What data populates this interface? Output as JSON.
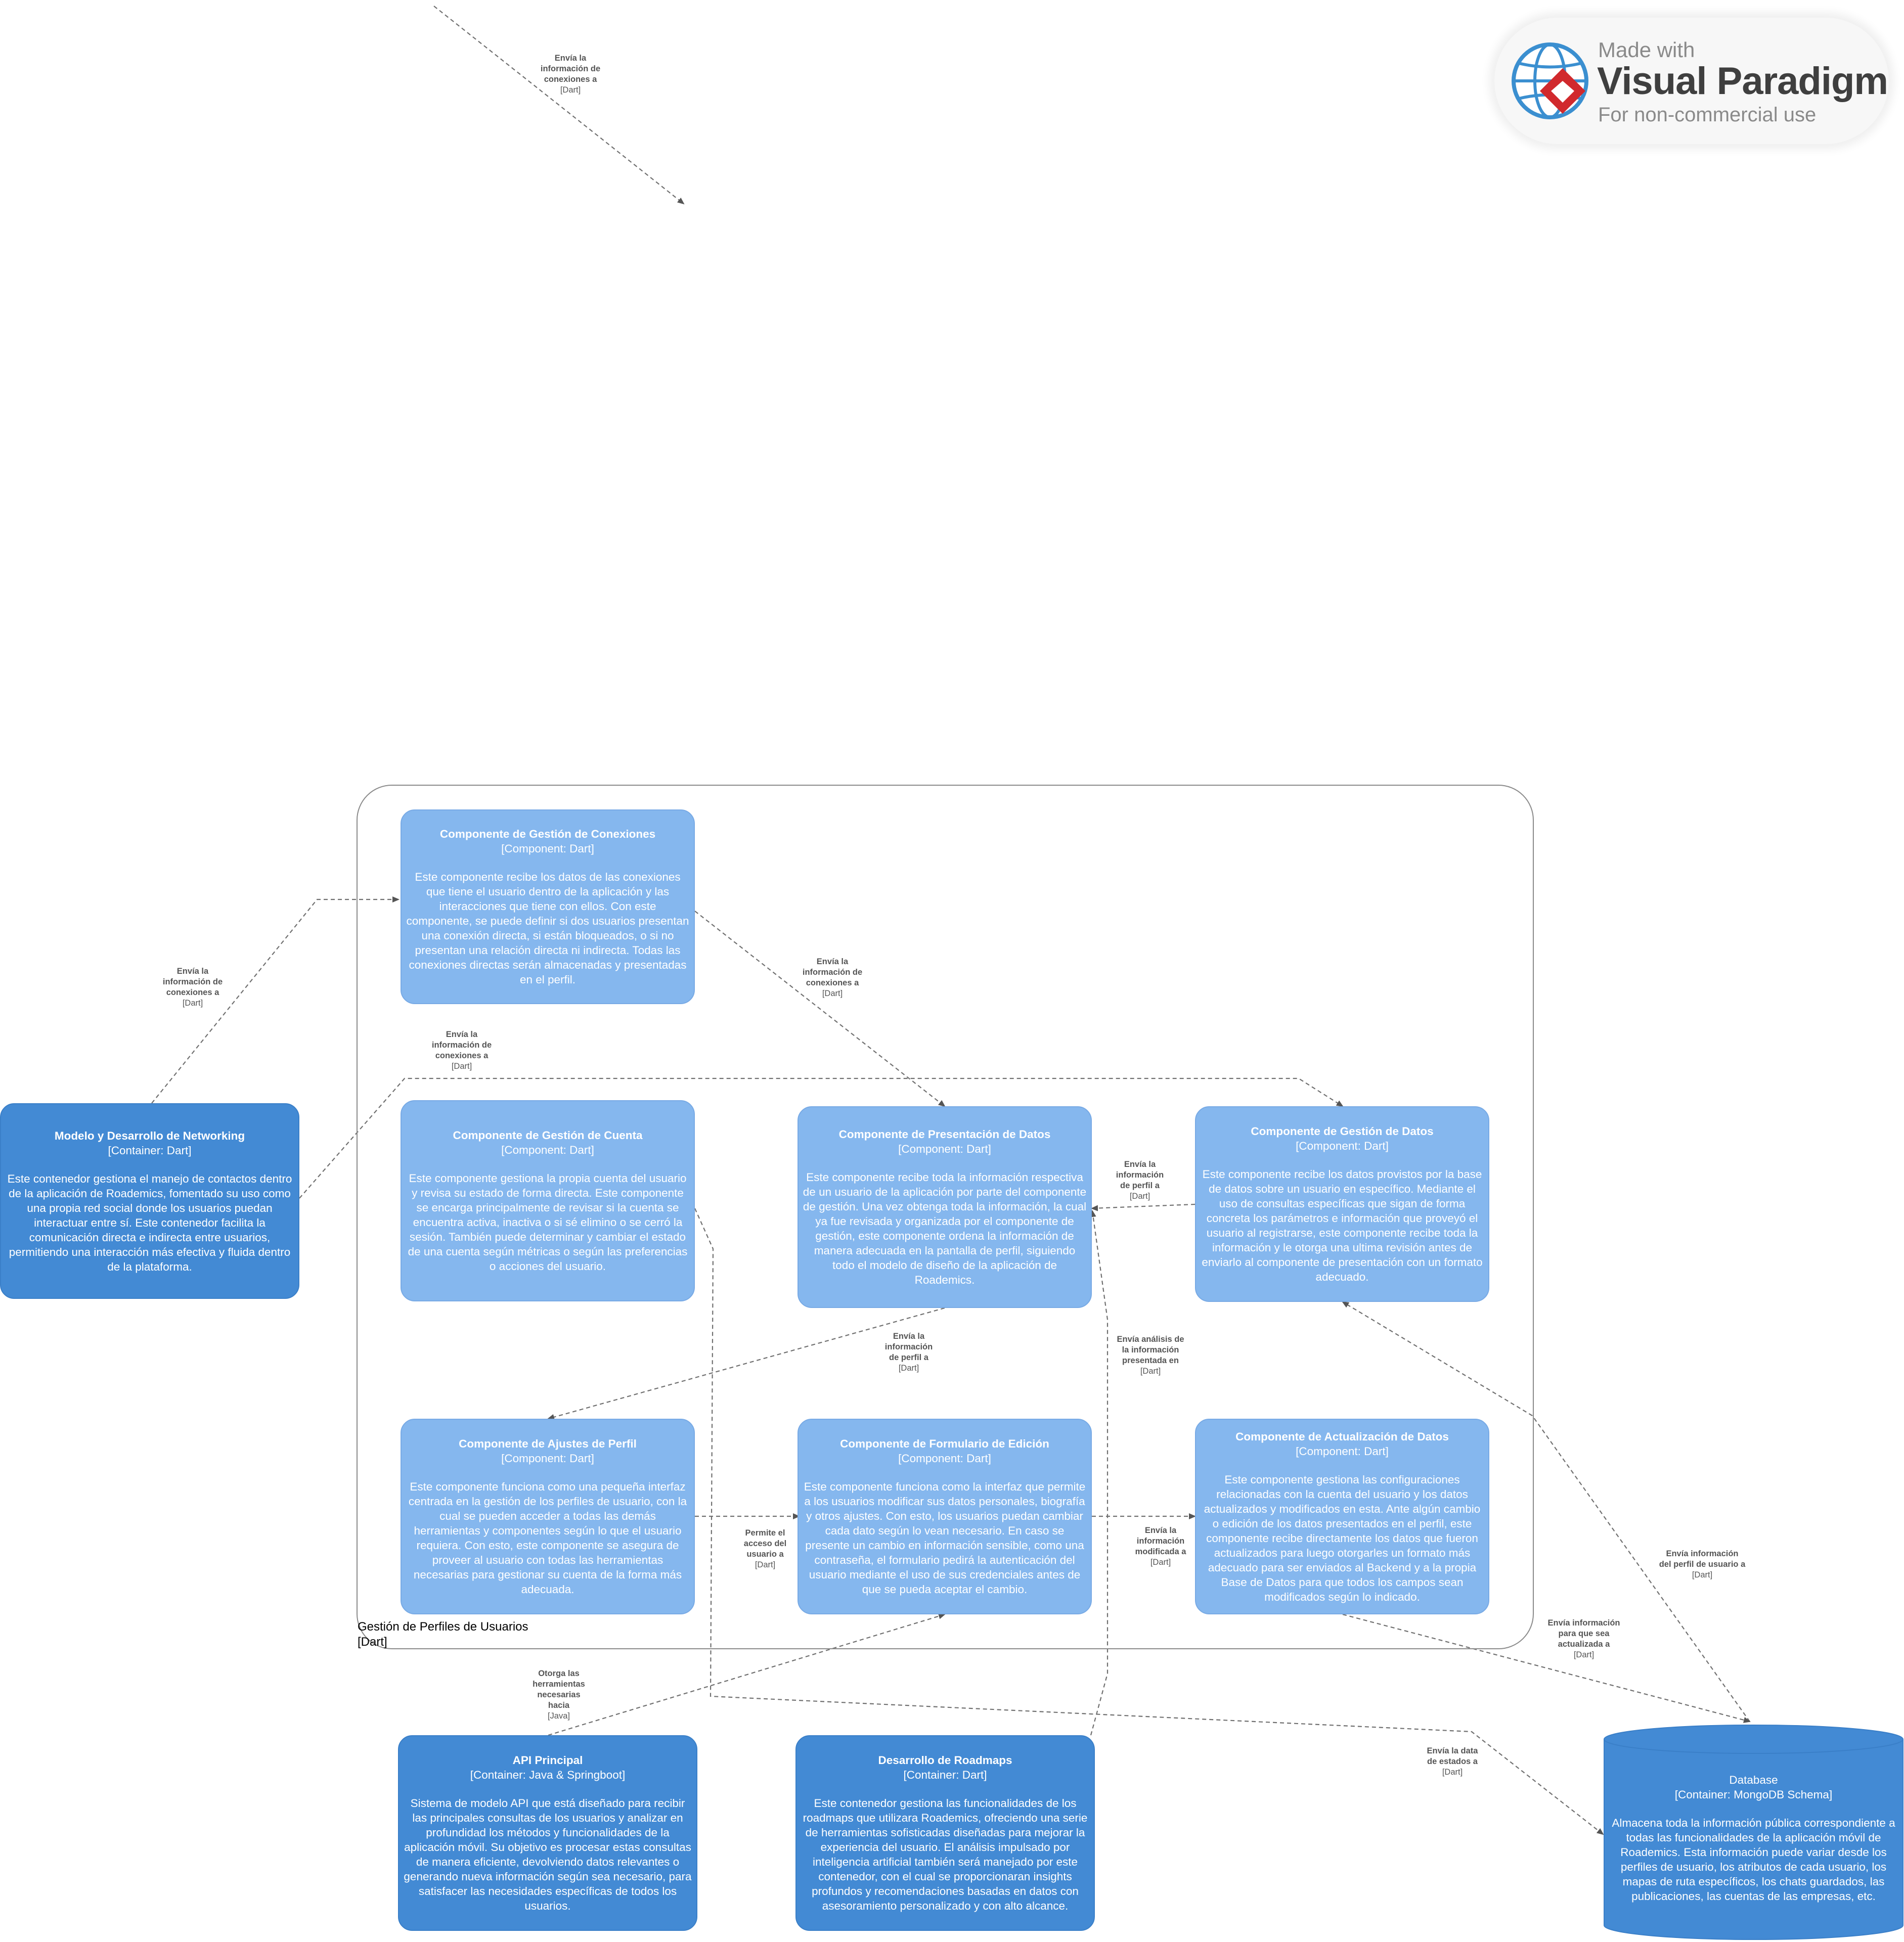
{
  "boundary": {
    "name": "Gestión de Perfiles de Usuarios",
    "tech": "[Dart]"
  },
  "components": {
    "conexiones": {
      "title": "Componente de Gestión de Conexiones",
      "stereo": "[Component: Dart]",
      "desc": "Este componente recibe los datos de las conexiones que tiene el usuario dentro de la aplicación y las interacciones que tiene con ellos. Con este componente, se puede definir si dos usuarios presentan una conexión directa, si están bloqueados, o si no presentan una relación directa ni indirecta. Todas las conexiones directas serán almacenadas y presentadas en el perfil."
    },
    "cuenta": {
      "title": "Componente de Gestión de Cuenta",
      "stereo": "[Component: Dart]",
      "desc": "Este componente gestiona la propia cuenta del usuario y revisa su estado de forma directa. Este componente se encarga principalmente de revisar si la cuenta se encuentra activa, inactiva o si sé elimino o se cerró la sesión. También puede determinar y cambiar el estado de una cuenta según métricas o según las preferencias o acciones del usuario."
    },
    "presentacion": {
      "title": "Componente de Presentación de Datos",
      "stereo": "[Component: Dart]",
      "desc": "Este componente recibe toda la información respectiva de un usuario de la aplicación por parte del componente de gestión. Una vez obtenga toda la información, la cual ya fue revisada y organizada por el componente de gestión, este componente ordena la información de manera adecuada en la pantalla de perfil, siguiendo todo el modelo de diseño de la aplicación de Roademics."
    },
    "gestion_datos": {
      "title": "Componente de Gestión de Datos",
      "stereo": "[Component: Dart]",
      "desc": "Este componente recibe los datos provistos por la base de datos sobre un usuario en específico. Mediante el uso de consultas específicas que sigan de forma concreta los parámetros e información que proveyó el usuario al registrarse, este componente recibe toda la información y le otorga una ultima revisión antes de enviarlo al componente de presentación con un formato adecuado."
    },
    "ajustes": {
      "title": "Componente de Ajustes de Perfil",
      "stereo": "[Component: Dart]",
      "desc": "Este componente funciona como una pequeña interfaz centrada en la gestión de los perfiles de usuario, con la cual se pueden acceder a todas las demás herramientas y componentes según lo que el usuario requiera. Con esto, este componente se asegura de proveer al usuario con todas las herramientas necesarias para gestionar su cuenta de la forma más adecuada."
    },
    "formulario": {
      "title": "Componente de Formulario de Edición",
      "stereo": "[Component: Dart]",
      "desc": "Este componente funciona como la interfaz que permite a los usuarios modificar sus datos personales, biografía y otros ajustes. Con esto, los usuarios puedan cambiar cada dato según lo vean necesario. En caso se presente un cambio en información sensible, como una contraseña, el formulario pedirá la autenticación del usuario mediante el uso de sus credenciales antes de que se pueda aceptar el cambio."
    },
    "actualizacion": {
      "title": "Componente de Actualización de Datos",
      "stereo": "[Component: Dart]",
      "desc": "Este componente gestiona las configuraciones relacionadas con la cuenta del usuario y los datos actualizados y modificados en esta. Ante algún cambio o edición de los datos presentados en el perfil, este componente recibe directamente los datos que fueron actualizados para luego otorgarles un formato más adecuado para ser enviados al Backend y a la propia Base de Datos para que todos los campos sean modificados según lo indicado."
    }
  },
  "containers": {
    "networking": {
      "title": "Modelo y Desarrollo de Networking",
      "stereo": "[Container: Dart]",
      "desc": "Este contenedor gestiona el manejo de contactos dentro de la aplicación de Roademics, fomentado su uso como una propia red social donde los usuarios puedan interactuar entre sí. Este contenedor facilita la comunicación directa e indirecta entre usuarios, permitiendo una interacción más efectiva y fluida dentro de la plataforma."
    },
    "api": {
      "title": "API Principal",
      "stereo": "[Container: Java & Springboot]",
      "desc": "Sistema de modelo API que está diseñado para recibir las principales consultas de los usuarios y analizar en profundidad los métodos y funcionalidades de la aplicación móvil. Su objetivo es procesar estas consultas de manera eficiente, devolviendo datos relevantes o generando nueva información según sea necesario, para satisfacer las necesidades específicas de todos los usuarios."
    },
    "roadmaps": {
      "title": "Desarrollo de Roadmaps",
      "stereo": "[Container: Dart]",
      "desc": "Este contenedor gestiona las funcionalidades de los roadmaps que utilizara Roademics, ofreciendo una serie de herramientas sofisticadas diseñadas para mejorar la experiencia del usuario. El análisis impulsado por inteligencia artificial también será manejado por este contenedor, con el cual se proporcionaran insights profundos y recomendaciones basadas en datos con asesoramiento personalizado y con alto alcance."
    },
    "database": {
      "title": "Database",
      "stereo": "[Container: MongoDB Schema]",
      "desc": "Almacena toda la información pública correspondiente a todas las funcionalidades de la aplicación móvil de Roademics. Esta información puede variar desde los perfiles de usuario, los atributos de cada usuario, los mapas de ruta específicos, los chats guardados, las publicaciones, las cuentas de las empresas, etc."
    }
  },
  "edges": {
    "top_stray": {
      "label": "Envía la\ninformación de\nconexiones a",
      "tech": "[Dart]"
    },
    "net_to_conexiones": {
      "label": "Envía la\ninformación de\nconexiones a",
      "tech": "[Dart]"
    },
    "net_to_gestion": {
      "label": "Envía la\ninformación de\nconexiones a",
      "tech": "[Dart]"
    },
    "conexiones_to_presentacion": {
      "label": "Envía la\ninformación de\nconexiones a",
      "tech": "[Dart]"
    },
    "gestion_to_presentacion": {
      "label": "Envía la\ninformación\nde perfil a",
      "tech": "[Dart]"
    },
    "presentacion_to_ajustes": {
      "label": "Envía la\ninformación\nde perfil a",
      "tech": "[Dart]"
    },
    "roadmaps_to_presentacion": {
      "label": "Envía análisis de\nla información\npresentada en",
      "tech": "[Dart]"
    },
    "ajustes_to_formulario": {
      "label": "Permite el\nacceso del\nusuario a",
      "tech": "[Dart]"
    },
    "formulario_to_actualizacion": {
      "label": "Envía la\ninformación\nmodificada a",
      "tech": "[Dart]"
    },
    "db_to_gestion": {
      "label": "Envía información\ndel perfil de usuario a",
      "tech": "[Dart]"
    },
    "actualizacion_to_db": {
      "label": "Envía información\npara que sea\nactualizada a",
      "tech": "[Dart]"
    },
    "api_to_formulario": {
      "label": "Otorga las\nherramientas\nnecesarias\nhacia",
      "tech": "[Java]"
    },
    "cuenta_to_db": {
      "label": "Envía la data\nde estados a",
      "tech": "[Dart]"
    }
  },
  "watermark": {
    "made_with": "Made with",
    "brand": "Visual Paradigm",
    "use": "For non-commercial use"
  },
  "colors": {
    "component": "#85b7ee",
    "container": "#438ad4",
    "edge": "#555555"
  }
}
